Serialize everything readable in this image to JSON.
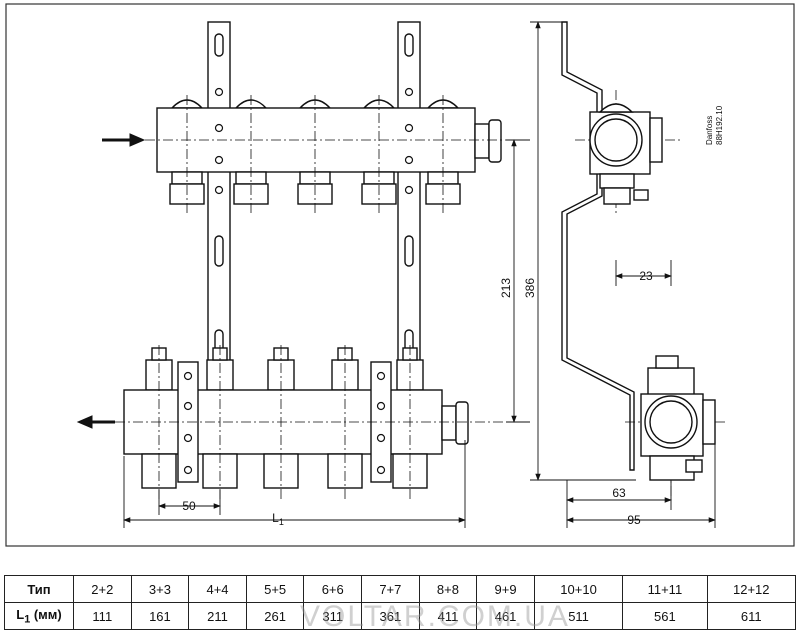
{
  "dimensions": {
    "spacing": "50",
    "length": "L",
    "length_sub": "1",
    "height_inner": "213",
    "height_total": "386",
    "offset_small": "23",
    "depth_63": "63",
    "depth_95": "95"
  },
  "brand": {
    "name": "Danfoss",
    "code": "88H192.10"
  },
  "table": {
    "row1_label": "Тип",
    "row2_label_main": "L",
    "row2_label_sub": "1",
    "row2_label_unit": " (мм)",
    "types": [
      "2+2",
      "3+3",
      "4+4",
      "5+5",
      "6+6",
      "7+7",
      "8+8",
      "9+9",
      "10+10",
      "11+11",
      "12+12"
    ],
    "lengths": [
      "111",
      "161",
      "211",
      "261",
      "311",
      "361",
      "411",
      "461",
      "511",
      "561",
      "611"
    ]
  },
  "watermark": "VOLTAR.COM.UA",
  "colors": {
    "line": "#111111",
    "fill": "#ffffff",
    "frame": "#333333"
  }
}
